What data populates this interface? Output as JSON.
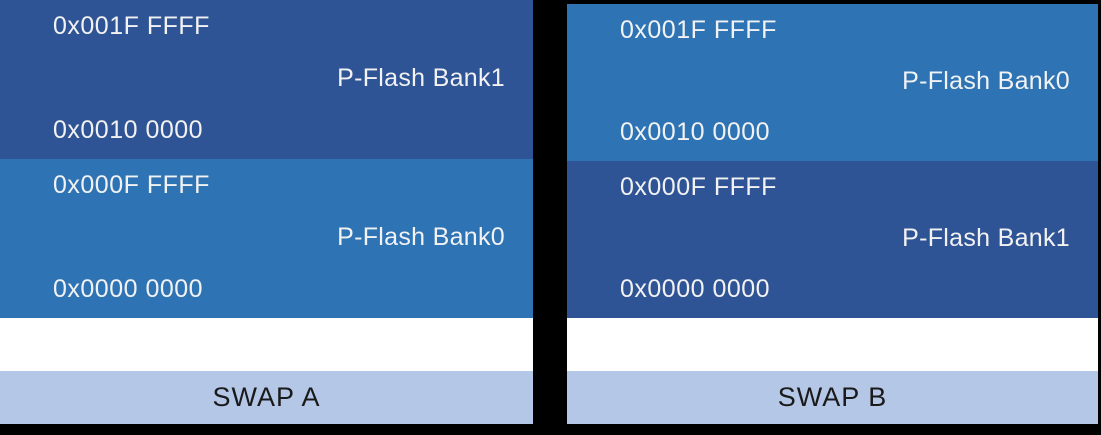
{
  "colors": {
    "background": "#000000",
    "bank_dark_blue": "#2F5496",
    "bank_light_blue": "#2E74B5",
    "swap_bar_blue": "#B4C7E7",
    "address_text": "#F2F2F2",
    "swap_text": "#1A1A1A",
    "spacer": "#FFFFFF"
  },
  "panels": [
    {
      "id": "swap-a",
      "swap_label": "SWAP A",
      "blocks": [
        {
          "shade": "dark",
          "top_address": "0x001F FFFF",
          "label": "P-Flash Bank1",
          "bottom_address": "0x0010 0000"
        },
        {
          "shade": "light",
          "top_address": "0x000F FFFF",
          "label": "P-Flash Bank0",
          "bottom_address": "0x0000 0000"
        }
      ]
    },
    {
      "id": "swap-b",
      "swap_label": "SWAP B",
      "blocks": [
        {
          "shade": "light",
          "top_address": "0x001F FFFF",
          "label": "P-Flash Bank0",
          "bottom_address": "0x0010 0000"
        },
        {
          "shade": "dark",
          "top_address": "0x000F FFFF",
          "label": "P-Flash Bank1",
          "bottom_address": "0x0000 0000"
        }
      ]
    }
  ]
}
